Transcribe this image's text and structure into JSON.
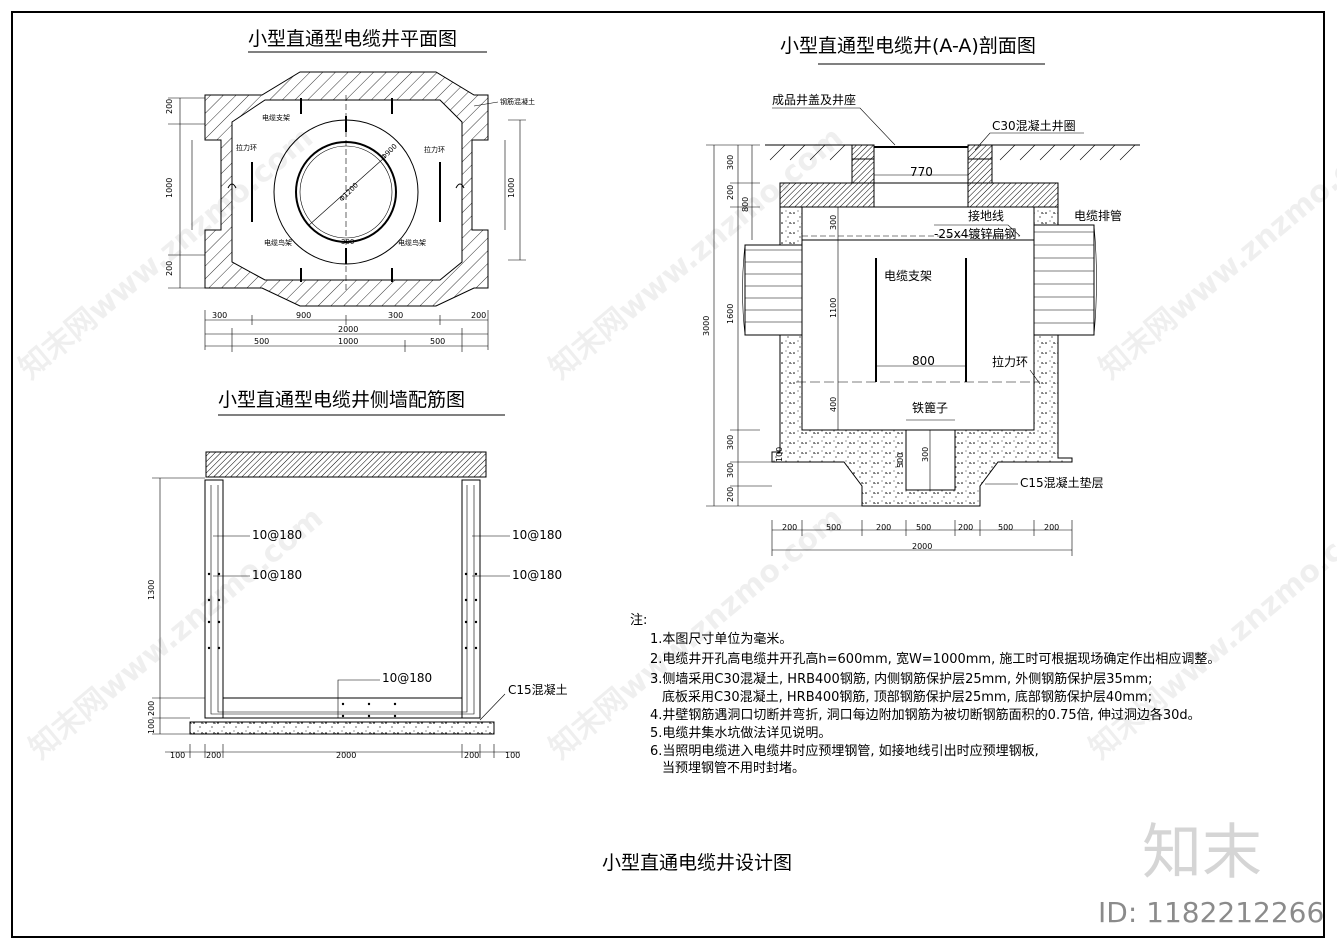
{
  "titles": {
    "plan": "小型直通型电缆井平面图",
    "section": "小型直通型电缆井(A-A)剖面图",
    "rebar": "小型直通型电缆井侧墙配筋图",
    "main": "小型直通电缆井设计图"
  },
  "plan_view": {
    "labels": {
      "concrete": "钢筋混凝土",
      "support_top": "电缆支架",
      "ring_left": "拉力环",
      "ring_right": "拉力环",
      "support_bl": "电缆鸟架",
      "support_br": "电缆鸟架",
      "dia": "Φ1200",
      "radius": "Φ900",
      "mid": "300"
    },
    "dims_bottom_top": [
      "300",
      "900",
      "300",
      "200"
    ],
    "dims_bottom_mid": "2000",
    "dims_bottom_low": [
      "500",
      "1000",
      "500"
    ],
    "dims_left": [
      "200",
      "1000",
      "200"
    ],
    "dims_right": [
      "1000"
    ]
  },
  "section_view": {
    "labels": {
      "cover": "成品井盖及井座",
      "ring": "C30混凝土井圈",
      "opening": "770",
      "ground": "接地线",
      "steel": "-25x4镀锌扁钢",
      "pipe": "电缆排管",
      "support": "电缆支架",
      "pull": "拉力环",
      "grate": "铁篦子",
      "cushion": "C15混凝土垫层",
      "width800": "800"
    },
    "dims_left": [
      "300",
      "200",
      "800",
      "3000",
      "1600",
      "300",
      "300",
      "200"
    ],
    "dims_inner": [
      "300",
      "1100",
      "400",
      "500",
      "300",
      "100"
    ],
    "dims_bottom": [
      "200",
      "500",
      "200",
      "500",
      "200",
      "500",
      "200"
    ],
    "dims_total": "2000"
  },
  "rebar_view": {
    "labels": {
      "r1": "10@180",
      "r2": "10@180",
      "r3": "10@180",
      "r4": "10@180",
      "r5": "10@180",
      "c15": "C15混凝土"
    },
    "dims_left": [
      "1300",
      "200",
      "100"
    ],
    "dims_bottom": [
      "100",
      "200",
      "2000",
      "200",
      "100"
    ]
  },
  "notes": {
    "heading": "注:",
    "lines": [
      "1.本图尺寸单位为毫米。",
      "2.电缆井开孔高电缆井开孔高h=600mm, 宽W=1000mm, 施工时可根据现场确定作出相应调整。",
      "3.侧墙采用C30混凝土, HRB400钢筋, 内侧钢筋保护层25mm, 外侧钢筋保护层35mm;",
      "底板采用C30混凝土, HRB400钢筋, 顶部钢筋保护层25mm, 底部钢筋保护层40mm;",
      "4.井壁钢筋遇洞口切断并弯折, 洞口每边附加钢筋为被切断钢筋面积的0.75倍, 伸过洞边各30d。",
      "5.电缆井集水坑做法详见说明。",
      "6.当照明电缆进入电缆井时应预埋钢管, 如接地线引出时应预埋钢板,",
      "当预埋钢管不用时封堵。"
    ]
  },
  "watermark": {
    "text": "知末网www.znzmo.com",
    "logo": "知末",
    "id": "ID: 1182212266"
  }
}
